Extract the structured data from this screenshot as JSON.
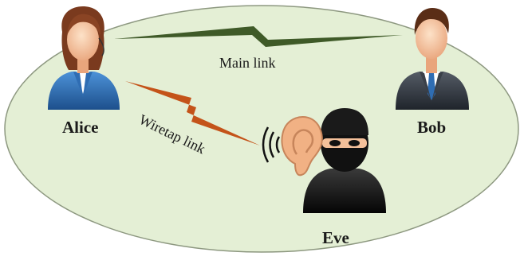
{
  "people": {
    "alice": "Alice",
    "bob": "Bob",
    "eve": "Eve"
  },
  "links": {
    "main": "Main link",
    "wiretap": "Wiretap link"
  },
  "colors": {
    "ellipse_fill": "#e4efd5",
    "ellipse_stroke": "#8d9880",
    "main_link": "#3f5a28",
    "wiretap_link": "#c45319",
    "suit_alice": "#2a6ab0",
    "suit_bob": "#2c3138",
    "eve_mask": "#111111",
    "skin": "#f4c09a"
  },
  "icons": [
    "woman-avatar-icon",
    "man-avatar-icon",
    "eavesdropper-icon",
    "ear-icon",
    "sound-waves-icon",
    "lightning-link-icon"
  ]
}
